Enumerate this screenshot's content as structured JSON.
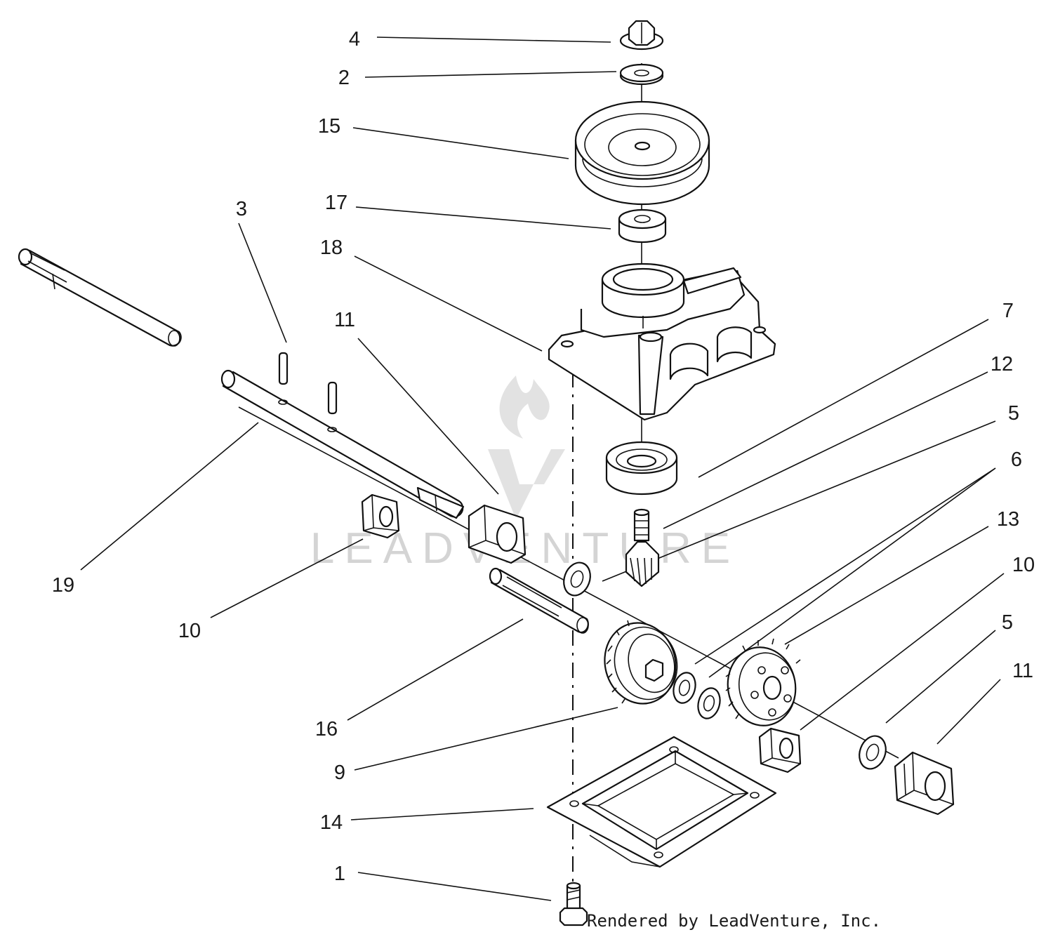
{
  "callouts": [
    {
      "id": "c4",
      "text": "4"
    },
    {
      "id": "c2",
      "text": "2"
    },
    {
      "id": "c15",
      "text": "15"
    },
    {
      "id": "c17",
      "text": "17"
    },
    {
      "id": "c18",
      "text": "18"
    },
    {
      "id": "c3",
      "text": "3"
    },
    {
      "id": "c11a",
      "text": "11"
    },
    {
      "id": "c19",
      "text": "19"
    },
    {
      "id": "c10a",
      "text": "10"
    },
    {
      "id": "c16",
      "text": "16"
    },
    {
      "id": "c9",
      "text": "9"
    },
    {
      "id": "c14",
      "text": "14"
    },
    {
      "id": "c1",
      "text": "1"
    },
    {
      "id": "c7",
      "text": "7"
    },
    {
      "id": "c12",
      "text": "12"
    },
    {
      "id": "c5a",
      "text": "5"
    },
    {
      "id": "c6",
      "text": "6"
    },
    {
      "id": "c13",
      "text": "13"
    },
    {
      "id": "c10b",
      "text": "10"
    },
    {
      "id": "c5b",
      "text": "5"
    },
    {
      "id": "c11b",
      "text": "11"
    }
  ],
  "credit": "Rendered by LeadVenture, Inc.",
  "watermark": "LEADVENTURE",
  "colors": {
    "ink": "#111111",
    "watermark": "#d4d4d4",
    "background": "#ffffff"
  }
}
